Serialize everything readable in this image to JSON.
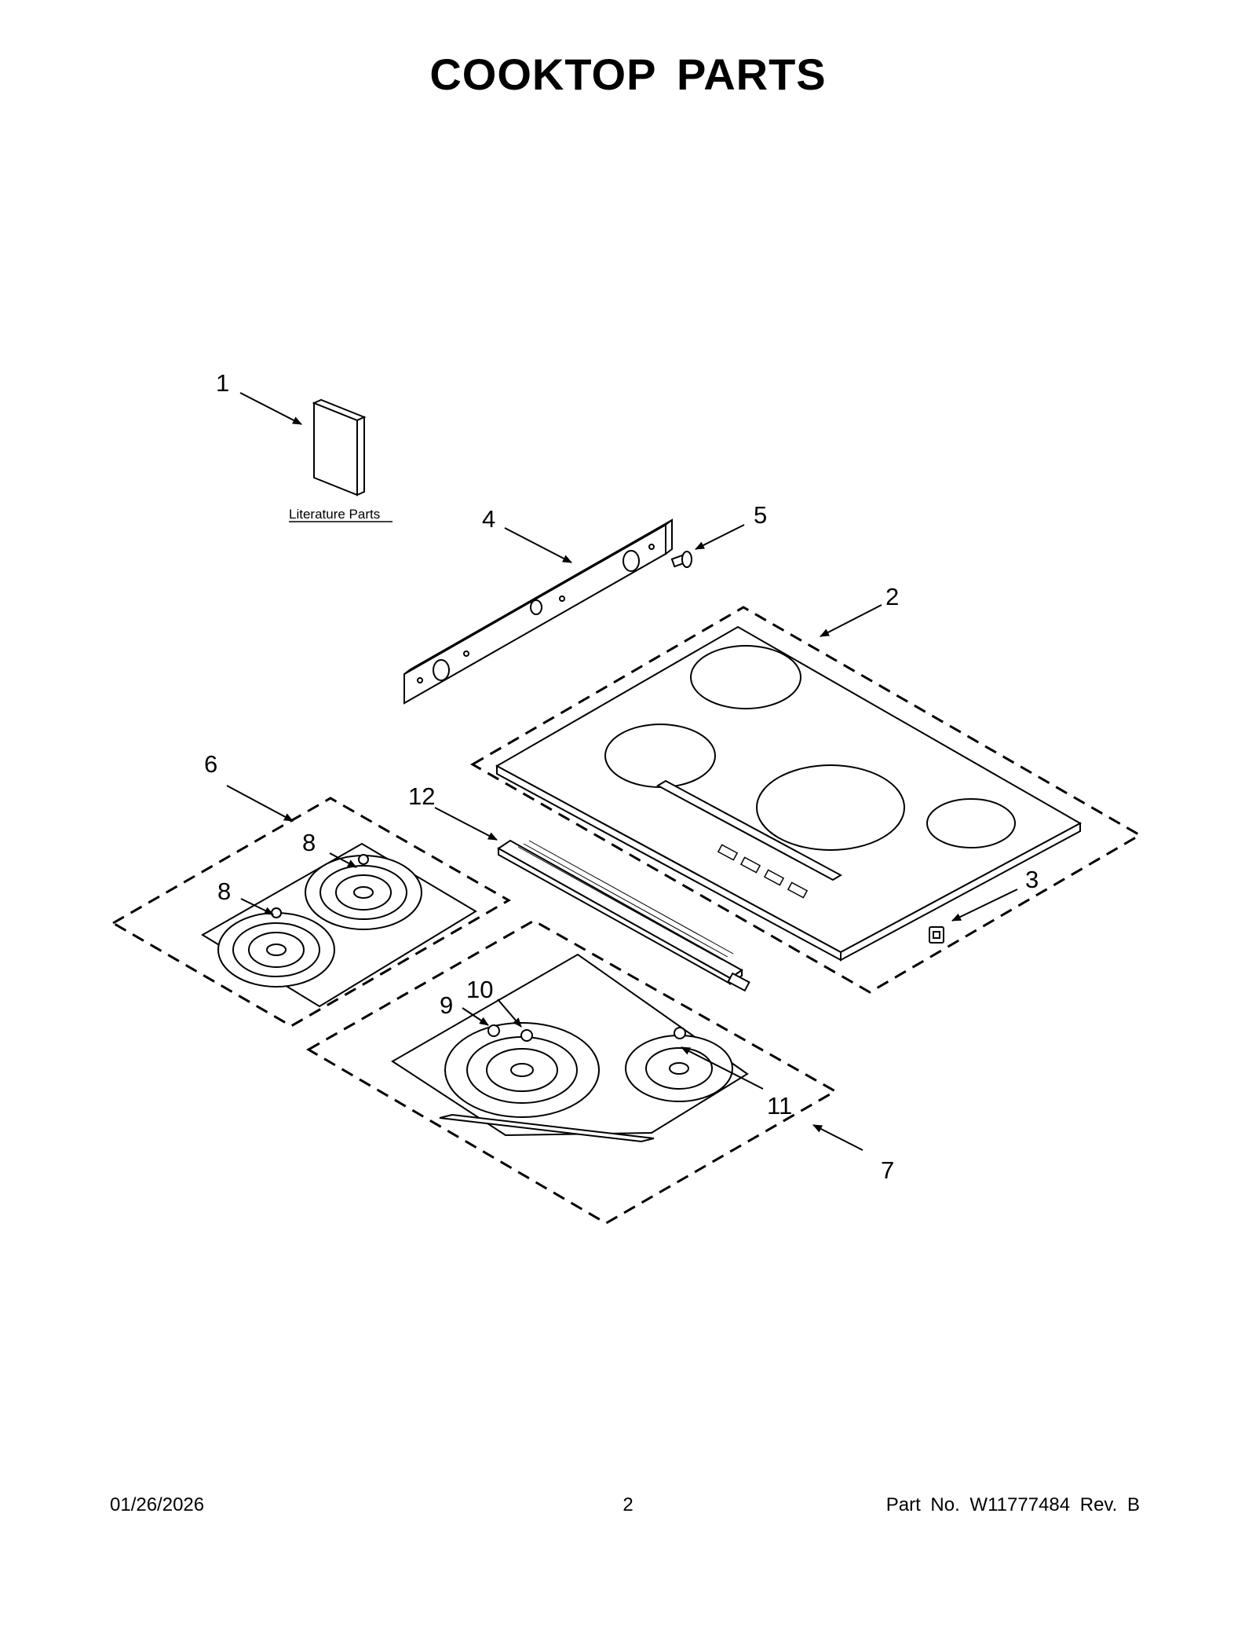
{
  "title": "COOKTOP  PARTS",
  "literature_label": "Literature Parts",
  "callouts": {
    "c1": "1",
    "c2": "2",
    "c3": "3",
    "c4": "4",
    "c5": "5",
    "c6": "6",
    "c7": "7",
    "c8a": "8",
    "c8b": "8",
    "c9": "9",
    "c10": "10",
    "c11": "11",
    "c12": "12"
  },
  "footer": {
    "date": "01/26/2026",
    "page": "2",
    "part_no": "Part No.  W11777484  Rev.  B"
  }
}
